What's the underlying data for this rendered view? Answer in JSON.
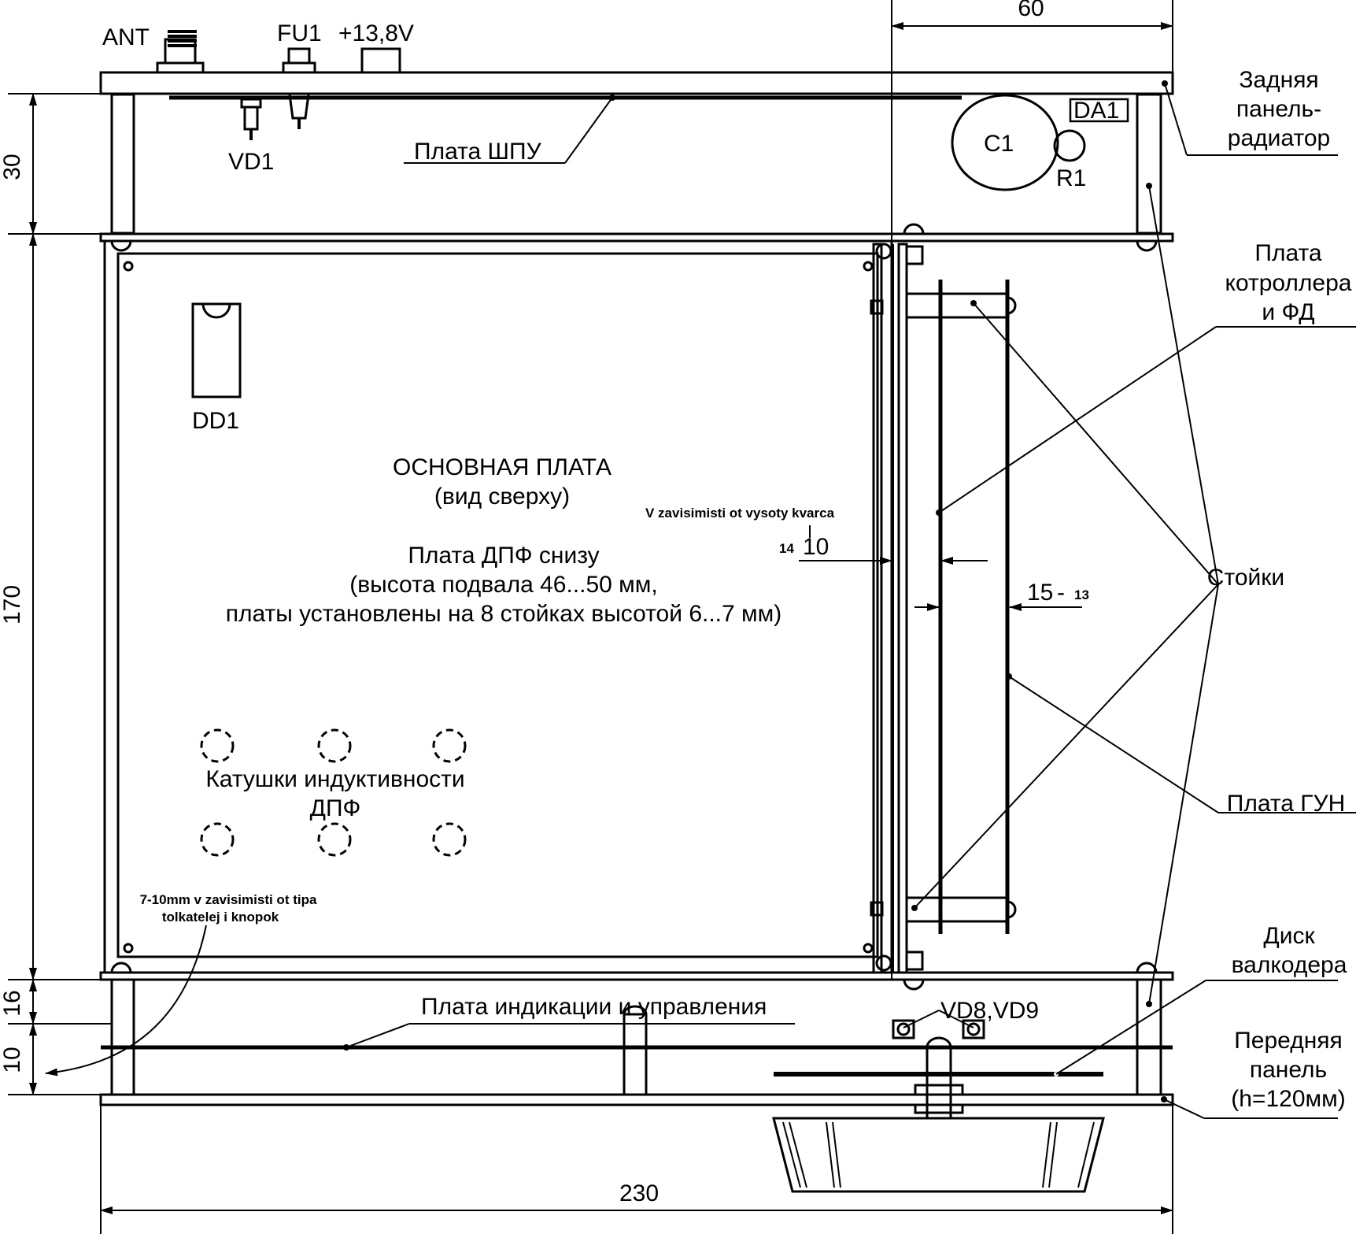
{
  "dimensions": {
    "width_60": "60",
    "height_30": "30",
    "height_170": "170",
    "height_16": "16",
    "height_10": "10",
    "width_230": "230",
    "quartz_gap_low": "14",
    "quartz_gap_high": "10",
    "board_gap_main": "15",
    "board_gap_alt": "13"
  },
  "labels": {
    "ant": "ANT",
    "fu1": "FU1",
    "power": "+13,8V",
    "vd1": "VD1",
    "da1": "DA1",
    "c1": "C1",
    "r1": "R1",
    "dd1": "DD1",
    "vd8_vd9": "VD8,VD9",
    "rear_panel": [
      "Задняя",
      "панель-",
      "радиатор"
    ],
    "shpu_board": "Плата ШПУ",
    "controller_board": [
      "Плата",
      "котроллера",
      "и ФД"
    ],
    "standoffs": "Стойки",
    "vco_board": "Плата ГУН",
    "encoder_disk": [
      "Диск",
      "валкодера"
    ],
    "front_panel": [
      "Передняя",
      "панель",
      "(h=120мм)"
    ],
    "indication_board": "Плата индикации и управления"
  },
  "main_board": {
    "title": "ОСНОВНАЯ ПЛАТА",
    "subtitle": "(вид сверху)",
    "dpf_line1": "Плата ДПФ снизу",
    "dpf_line2": "(высота подвала 46...50 мм,",
    "dpf_line3": "платы установлены на 8 стойках высотой 6...7 мм)",
    "coils_line1": "Катушки индуктивности",
    "coils_line2": "ДПФ"
  },
  "notes": {
    "quartz_note": "V zavisimisti ot vysoty kvarca",
    "button_note_line1": "7-10mm v zavisimisti ot tipa",
    "button_note_line2": "tolkatelej i knopok"
  }
}
